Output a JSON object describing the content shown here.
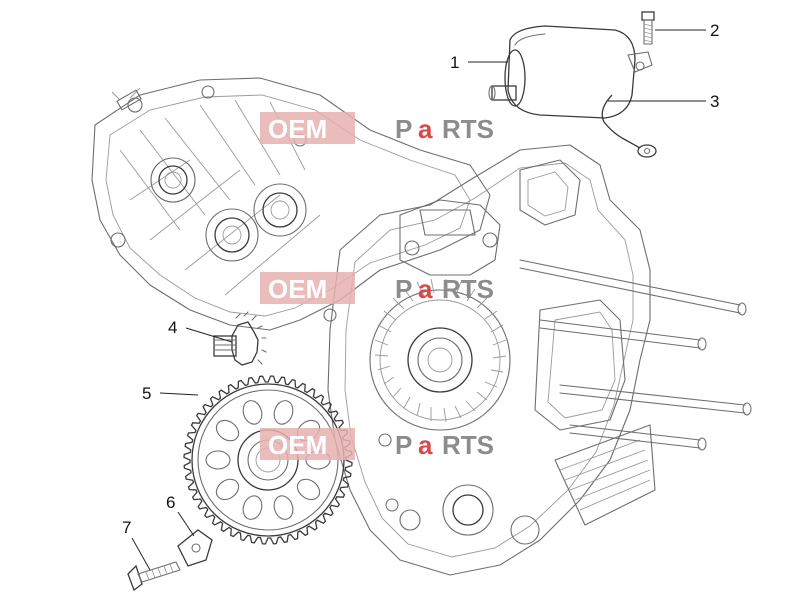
{
  "callouts": [
    {
      "id": "1",
      "label": "1"
    },
    {
      "id": "2",
      "label": "2"
    },
    {
      "id": "3",
      "label": "3"
    },
    {
      "id": "4",
      "label": "4"
    },
    {
      "id": "5",
      "label": "5"
    },
    {
      "id": "6",
      "label": "6"
    },
    {
      "id": "7",
      "label": "7"
    }
  ],
  "watermark": {
    "part_a": "OEM",
    "part_b": "P",
    "part_c": "a",
    "part_d": "RTS",
    "color_red": "#d84a4a",
    "color_gray": "#8c8c8c"
  }
}
